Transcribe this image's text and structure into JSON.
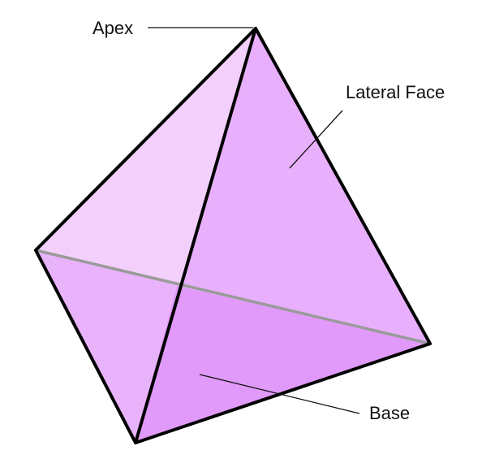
{
  "labels": {
    "apex": "Apex",
    "lateral_face": "Lateral Face",
    "base": "Base"
  },
  "colors": {
    "back_face": "#f2d0fb",
    "left_bottom_face": "#e9b3fb",
    "right_face": "#e8b0fc",
    "base_face": "#e19afa",
    "edge": "#000000",
    "hidden_edge": "#9a9a9a"
  }
}
